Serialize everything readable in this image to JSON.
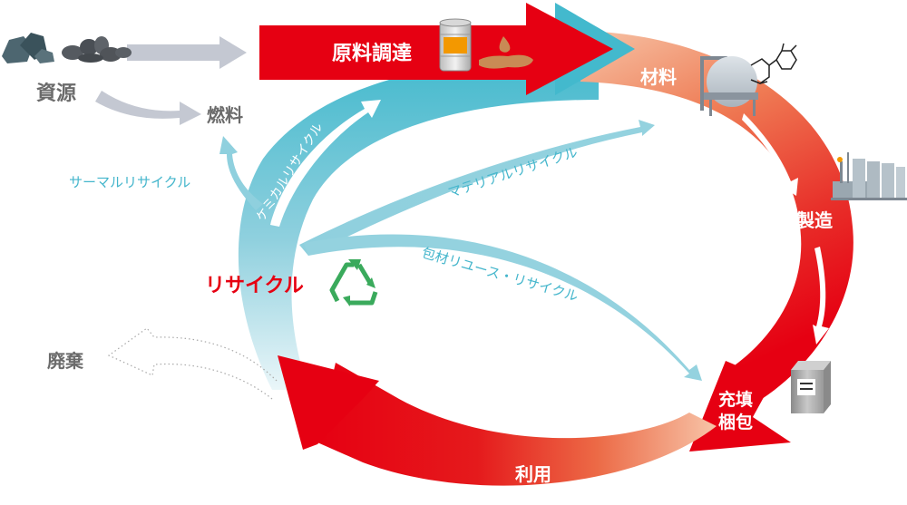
{
  "diagram": {
    "title": "Recycling flow",
    "nodes": {
      "resources": "資源",
      "fuel": "燃料",
      "procurement": "原料調達",
      "materials": "材料",
      "manufacturing": "製造",
      "filling_packing_line1": "充填",
      "filling_packing_line2": "梱包",
      "use": "利用",
      "recycle": "リサイクル",
      "disposal": "廃棄"
    },
    "recycle_paths": {
      "thermal": "サーマルリサイクル",
      "chemical": "ケミカルリサイクル",
      "material": "マテリアルリサイクル",
      "packaging": "包材リユース・リサイクル"
    },
    "icons": {
      "rocks": "rocks-icon",
      "oil_drum": "oil-drum-icon",
      "oil_drop": "oil-drop-icon",
      "tank": "spherical-tank-icon",
      "molecule": "molecule-icon",
      "factory": "factory-icon",
      "can": "square-can-icon",
      "recycle": "recycle-icon"
    },
    "colors": {
      "red": "#e60012",
      "orange_light": "#f4b79a",
      "teal": "#4bbdd0",
      "teal_light": "#a8dae4",
      "gray_arrow": "#c4c8d2",
      "gray_text": "#6b6b6b",
      "green": "#3aaa5c"
    }
  }
}
